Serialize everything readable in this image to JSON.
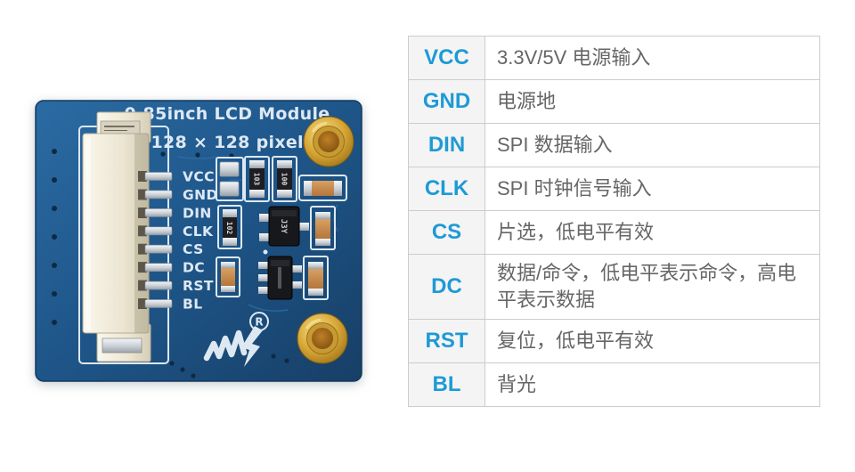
{
  "theme": {
    "accent": "#1e9ad6",
    "table_border": "#cccccc",
    "pin_col_bg": "#f4f4f4",
    "desc_text": "#666666",
    "silk": "#dde8f3",
    "board_blue": "#1e5588",
    "gold": "#d7a636"
  },
  "board": {
    "title": "0.85inch LCD Module",
    "subtitle": "128 × 128 pixels",
    "pins": [
      "VCC",
      "GND",
      "DIN",
      "CLK",
      "CS",
      "DC",
      "RST",
      "BL"
    ],
    "components": {
      "r1": "103",
      "r2": "100",
      "r3": "102",
      "q1": "J3Y"
    },
    "registered": "R",
    "logo": "waveshare-logo"
  },
  "pin_table": {
    "rows": [
      {
        "pin": "VCC",
        "desc": "3.3V/5V 电源输入"
      },
      {
        "pin": "GND",
        "desc": "电源地"
      },
      {
        "pin": "DIN",
        "desc": "SPI 数据输入"
      },
      {
        "pin": "CLK",
        "desc": "SPI 时钟信号输入"
      },
      {
        "pin": "CS",
        "desc": "片选，低电平有效"
      },
      {
        "pin": "DC",
        "desc": "数据/命令，低电平表示命令，高电平表示数据"
      },
      {
        "pin": "RST",
        "desc": "复位，低电平有效"
      },
      {
        "pin": "BL",
        "desc": "背光"
      }
    ]
  }
}
